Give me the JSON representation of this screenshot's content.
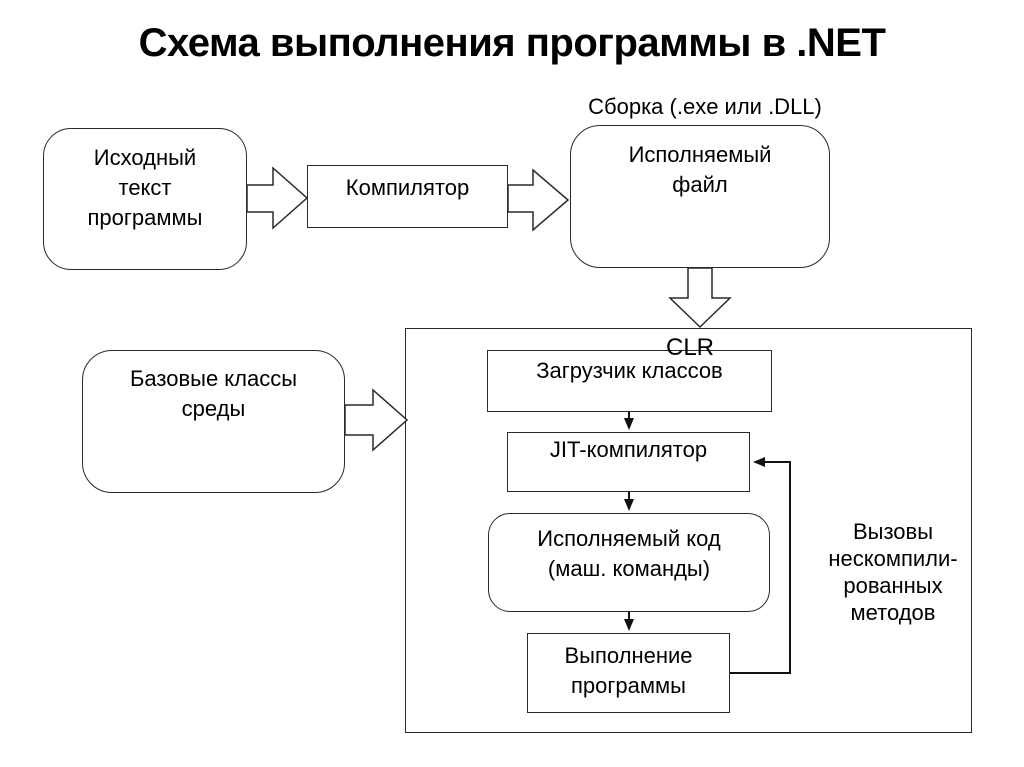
{
  "title": "Схема выполнения программы в .NET",
  "colors": {
    "background": "#ffffff",
    "line": "#2a2a2a",
    "text": "#000000"
  },
  "diagram": {
    "assembly_caption": "Сборка (.exe или .DLL)",
    "clr_caption": "CLR",
    "side_note": "Вызовы\nнескомпили-\nрованных\nметодов",
    "nodes": {
      "source_code": "Исходный\nтекст\nпрограммы",
      "compiler": "Компилятор",
      "executable_file": "Исполняемый\nфайл",
      "base_classes": "Базовые классы\nсреды",
      "class_loader": "Загрузчик классов",
      "jit_compiler": "JIT-компилятор",
      "machine_code": "Исполняемый код\n(маш. команды)",
      "program_run": "Выполнение\nпрограммы"
    }
  }
}
